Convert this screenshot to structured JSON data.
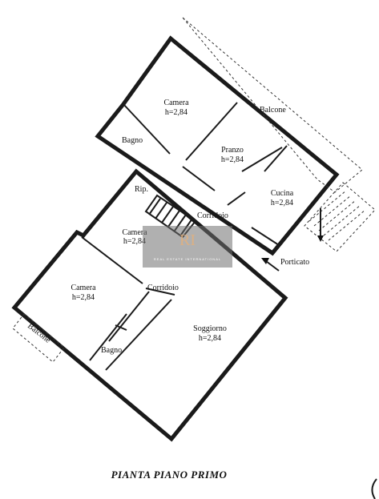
{
  "rooms": {
    "camera_top": {
      "name": "Camera",
      "height": "h=2,84"
    },
    "bagno_top": {
      "name": "Bagno"
    },
    "balcone_top": {
      "name": "Balcone"
    },
    "pranzo": {
      "name": "Pranzo",
      "height": "h=2,84"
    },
    "cucina": {
      "name": "Cucina",
      "height": "h=2,84"
    },
    "rip": {
      "name": "Rip."
    },
    "corridoio_top": {
      "name": "Corridoio"
    },
    "camera_mid": {
      "name": "Camera",
      "height": "h=2,84"
    },
    "porticato": {
      "name": "Porticato"
    },
    "camera_left": {
      "name": "Camera",
      "height": "h=2,84"
    },
    "corridoio_bottom": {
      "name": "Corridoio"
    },
    "soggiorno": {
      "name": "Soggiorno",
      "height": "h=2,84"
    },
    "balcone_left": {
      "name": "Balcone"
    },
    "bagno_bottom": {
      "name": "Bagno"
    }
  },
  "title": "PIANTA PIANO PRIMO",
  "watermark": {
    "text": "REAL ESTATE INTERNATIONAL"
  }
}
